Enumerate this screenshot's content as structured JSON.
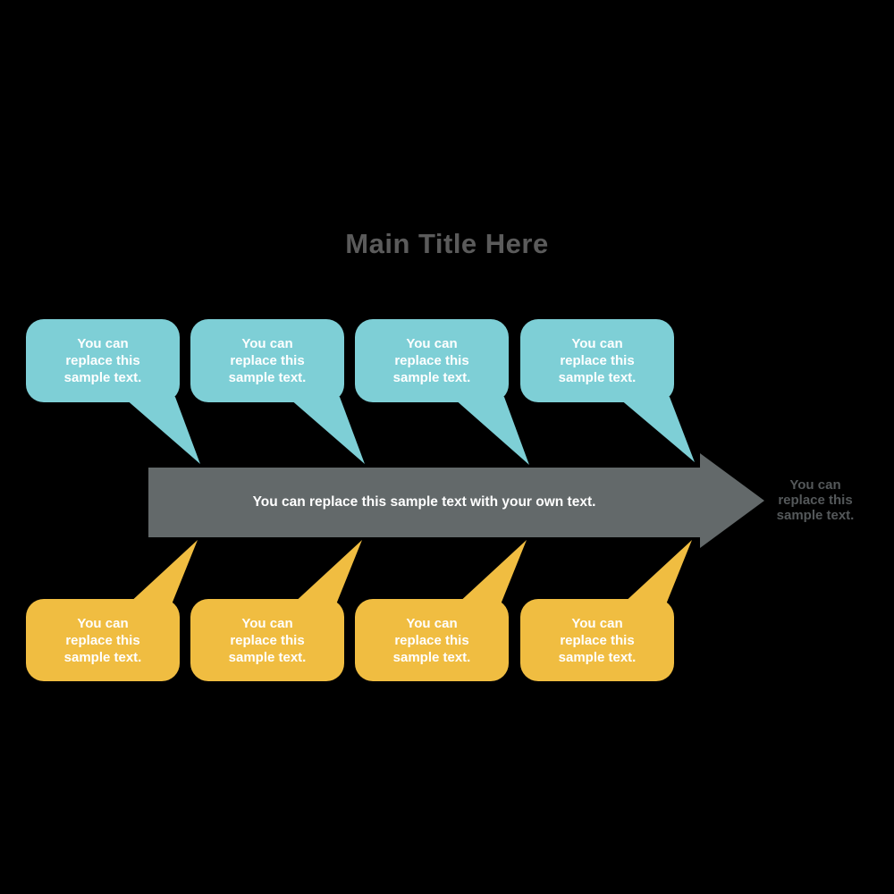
{
  "title": {
    "text": "Main Title Here"
  },
  "arrow": {
    "label": "You can replace this sample text with your own text."
  },
  "end_label": {
    "text": "You can\nreplace this\nsample text."
  },
  "top_bubbles": [
    {
      "label": "You can\nreplace this\nsample text."
    },
    {
      "label": "You can\nreplace this\nsample text."
    },
    {
      "label": "You can\nreplace this\nsample text."
    },
    {
      "label": "You can\nreplace this\nsample text."
    }
  ],
  "bottom_bubbles": [
    {
      "label": "You can\nreplace this\nsample text."
    },
    {
      "label": "You can\nreplace this\nsample text."
    },
    {
      "label": "You can\nreplace this\nsample text."
    },
    {
      "label": "You can\nreplace this\nsample text."
    }
  ],
  "colors": {
    "teal": "#7ECFD6",
    "yellow": "#F0BD41",
    "arrow_gray": "#63696A",
    "title_text": "#5B5B5B",
    "end_label_text": "#54585A",
    "bubble_text": "#FFFFFF",
    "background": "#000000"
  }
}
